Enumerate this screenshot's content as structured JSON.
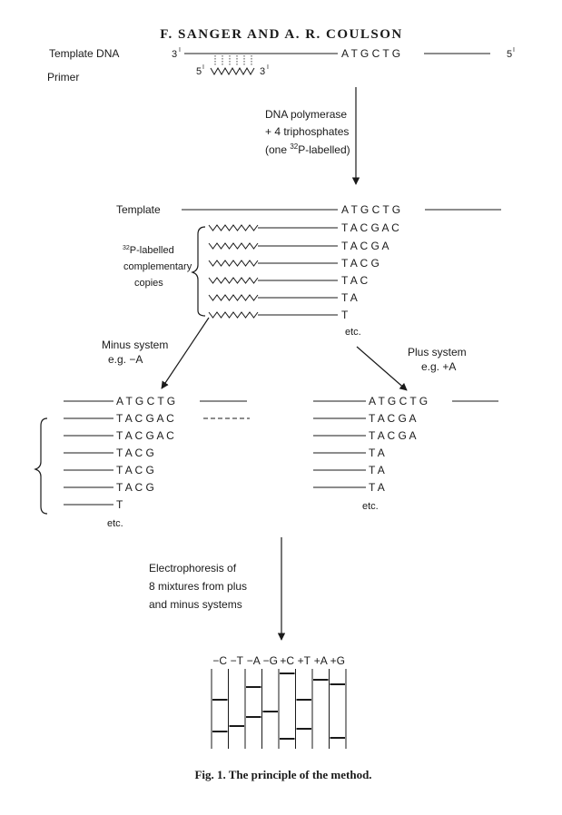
{
  "header": "F. SANGER AND A. R. COULSON",
  "top": {
    "template_label": "Template DNA",
    "primer_label": "Primer",
    "end_3": "3",
    "end_5": "5",
    "prime_mark": "I",
    "template_seq": "A T G C T G"
  },
  "step1": {
    "line1": "DNA polymerase",
    "line2": "+ 4 triphosphates",
    "line3_pre": "(one ",
    "line3_sup": "32",
    "line3_post": "P-labelled)"
  },
  "middle": {
    "template_label": "Template",
    "template_seq": "A T G C T G",
    "brace_sup": "32",
    "brace_line1": "P-labelled",
    "brace_line2": "complementary",
    "brace_line3": "copies",
    "copies": [
      "T A C G A C",
      "T A C G A",
      "T A C G",
      "T A C",
      "T A",
      "T"
    ],
    "etc": "etc."
  },
  "minus": {
    "label1": "Minus system",
    "label2": "e.g. −A",
    "template_seq": "A T G C T G",
    "copies": [
      "T A C G A C",
      "T A C G A C",
      "T A C G",
      "T A C G",
      "T A C G",
      "T"
    ],
    "etc": "etc."
  },
  "plus": {
    "label1": "Plus system",
    "label2": "e.g. +A",
    "template_seq": "A T G C T G",
    "copies": [
      "T A C G A",
      "T A C G A",
      "T A",
      "T A",
      "T A"
    ],
    "etc": "etc."
  },
  "step2": {
    "line1": "Electrophoresis of",
    "line2": "8 mixtures from plus",
    "line3": "and minus systems"
  },
  "gel": {
    "lane_labels": [
      "−C",
      "−T",
      "−A",
      "−G",
      "+C",
      "+T",
      "+A",
      "+G"
    ]
  },
  "caption": "Fig. 1. The principle of the method."
}
